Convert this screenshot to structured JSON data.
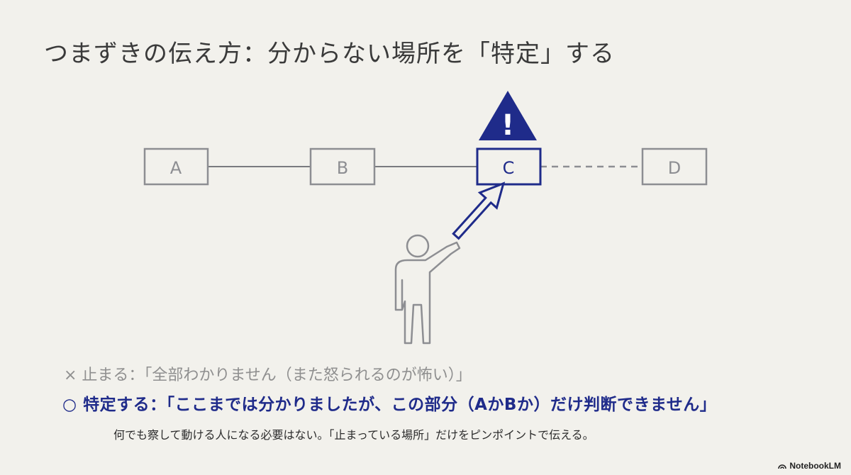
{
  "title": "つまずきの伝え方：分からない場所を「特定」する",
  "diagram": {
    "nodes": [
      {
        "id": "A",
        "label": "A",
        "state": "done"
      },
      {
        "id": "B",
        "label": "B",
        "state": "done"
      },
      {
        "id": "C",
        "label": "C",
        "state": "stuck"
      },
      {
        "id": "D",
        "label": "D",
        "state": "pending"
      }
    ],
    "warning_symbol": "!",
    "colors": {
      "gray": "#8d8e92",
      "blue": "#1f2b8a",
      "line": "#7a7b7f",
      "dash": "#8d8e92"
    }
  },
  "bad_example": "× 止まる：「全部わかりません（また怒られるのが怖い）」",
  "good_example": "○ 特定する：「ここまでは分かりましたが、この部分（AかBか）だけ判断できません」",
  "note": "何でも察して動ける人になる必要はない。「止まっている場所」だけをピンポイントで伝える。",
  "brand": "NotebookLM"
}
